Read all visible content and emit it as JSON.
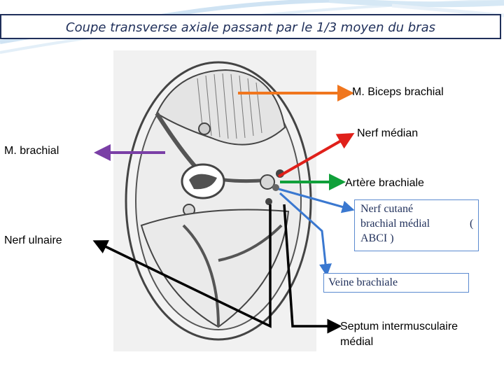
{
  "title": "Coupe transverse axiale passant par le 1/3 moyen du bras",
  "labels": {
    "biceps": "M. Biceps brachial",
    "median": "Nerf médian",
    "brachial": "M. brachial",
    "artery": "Artère brachiale",
    "ulnar": "Nerf ulnaire",
    "cutaneous_line1": "Nerf cutané",
    "cutaneous_line2": "brachial médial",
    "cutaneous_paren": "(",
    "cutaneous_line3": "ABCI )",
    "vein": "Veine brachiale",
    "septum_line1": "Septum intermusculaire",
    "septum_line2": "médial"
  },
  "colors": {
    "title_text": "#1f2f5a",
    "arrow_biceps": "#f0761e",
    "arrow_median": "#e0201a",
    "arrow_brachial": "#7a3fa6",
    "arrow_artery": "#10a03a",
    "arrow_cutaneous": "#3a78d0",
    "arrow_vein": "#3a78d0",
    "arrow_septum_ulnar": "#000000"
  }
}
